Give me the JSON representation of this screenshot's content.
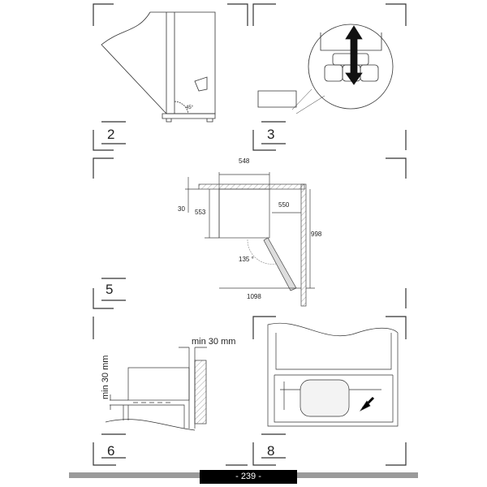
{
  "figures": {
    "fig2": {
      "number": "2",
      "angle": "45°"
    },
    "fig3": {
      "number": "3"
    },
    "fig5": {
      "number": "5",
      "dims": {
        "width": "548",
        "top": "30",
        "depth": "553",
        "side": "550",
        "total_depth": "998",
        "angle": "135 °",
        "total_width": "1098"
      }
    },
    "fig6": {
      "number": "6",
      "clearance_side": "min 30 mm",
      "clearance_bottom": "min 30 mm"
    },
    "fig8": {
      "number": "8"
    }
  },
  "footer": {
    "page": "- 239 -"
  }
}
